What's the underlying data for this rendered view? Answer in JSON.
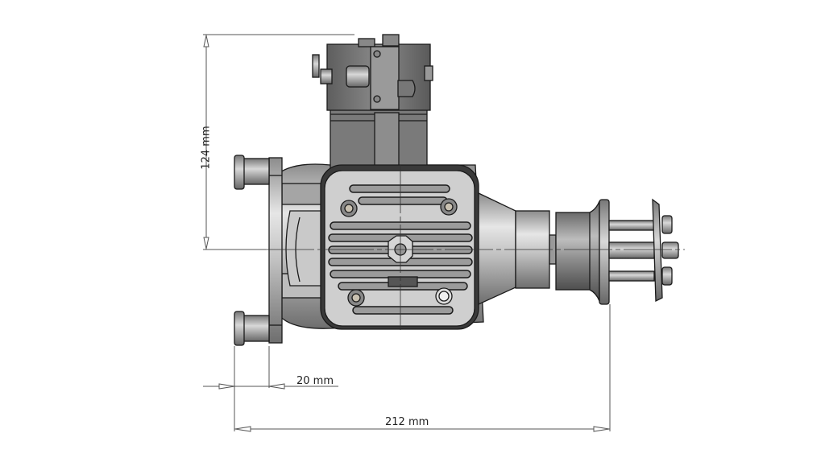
{
  "drawing": {
    "subject": "Two-stroke engine, side view",
    "colors": {
      "background": "#ffffff",
      "dimension_line": "#555555",
      "metal_light": "#d4d4d4",
      "metal_mid": "#9a9a9a",
      "metal_dark": "#5a5a5a",
      "outline": "#1a1a1a"
    }
  },
  "dimensions": {
    "height": {
      "label": "124 mm",
      "value": 124,
      "unit": "mm",
      "orientation": "vertical"
    },
    "flange": {
      "label": "20 mm",
      "value": 20,
      "unit": "mm",
      "orientation": "horizontal"
    },
    "length": {
      "label": "212 mm",
      "value": 212,
      "unit": "mm",
      "orientation": "horizontal"
    }
  }
}
